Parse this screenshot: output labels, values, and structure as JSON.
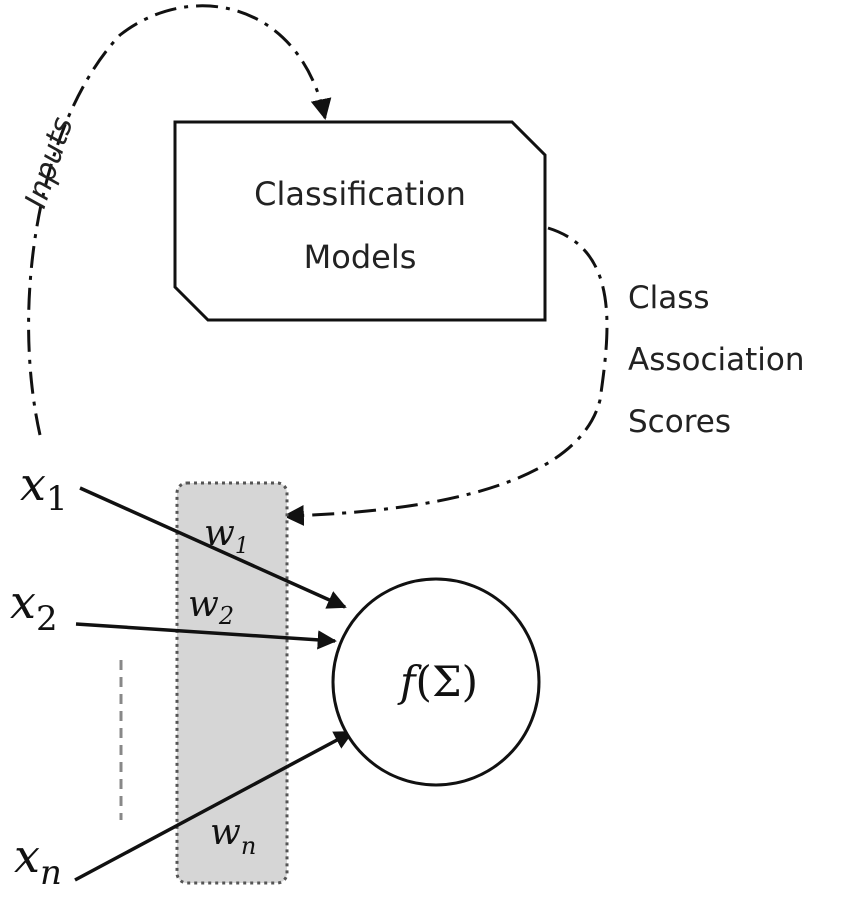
{
  "labels": {
    "inputs": "Inputs",
    "model_line1": "Classification",
    "model_line2": "Models",
    "scores_line1": "Class",
    "scores_line2": "Association",
    "scores_line3": "Scores"
  },
  "inputs": [
    {
      "base": "x",
      "sub": "1"
    },
    {
      "base": "x",
      "sub": "2"
    },
    {
      "base": "x",
      "sub": "n"
    }
  ],
  "weights": [
    {
      "base": "w",
      "sub": "1"
    },
    {
      "base": "w",
      "sub": "2"
    },
    {
      "base": "w",
      "sub": "n"
    }
  ],
  "neuron": {
    "func": "f",
    "open": "(",
    "sigma": "Σ",
    "close": ")"
  },
  "colors": {
    "line": "#111111",
    "weight_fill": "#d6d6d6",
    "weight_border": "#555555"
  }
}
